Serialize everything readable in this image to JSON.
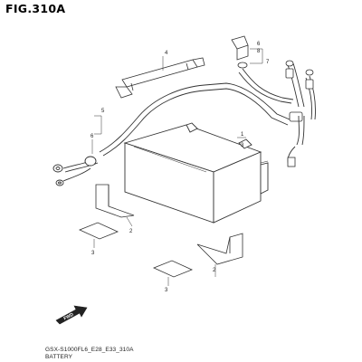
{
  "title": "FIG.310A",
  "footer": {
    "model_code": "GSX-S1000FL6_E28_E33_310A",
    "section_name": "BATTERY"
  },
  "callouts": {
    "n1": "1",
    "n2a": "2",
    "n2b": "2",
    "n3a": "3",
    "n3b": "3",
    "n4": "4",
    "n5": "5",
    "n6a": "6",
    "n6b": "6",
    "n7": "7",
    "n8": "8"
  },
  "fwd": "FWD"
}
